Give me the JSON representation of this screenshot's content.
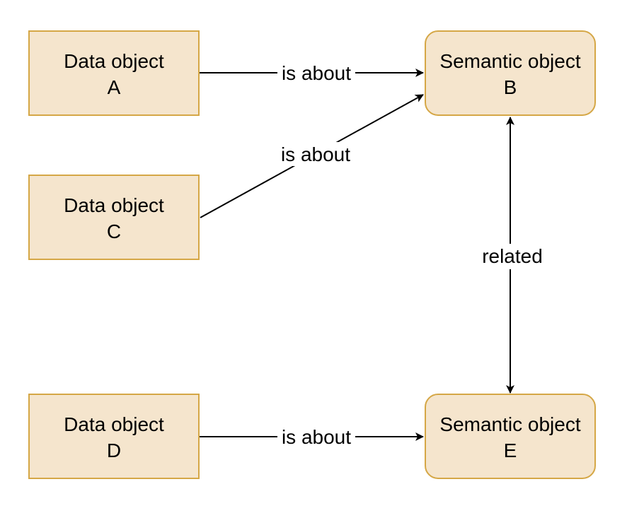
{
  "colors": {
    "fill": "#f5e5cd",
    "stroke": "#d5a746",
    "line": "#000000"
  },
  "nodes": {
    "a": {
      "line1": "Data object",
      "line2": "A"
    },
    "b": {
      "line1": "Semantic object",
      "line2": "B"
    },
    "c": {
      "line1": "Data object",
      "line2": "C"
    },
    "d": {
      "line1": "Data object",
      "line2": "D"
    },
    "e": {
      "line1": "Semantic object",
      "line2": "E"
    }
  },
  "edges": {
    "a_b": {
      "label": "is about"
    },
    "c_b": {
      "label": "is about"
    },
    "b_e": {
      "label": "related"
    },
    "d_e": {
      "label": "is about"
    }
  }
}
